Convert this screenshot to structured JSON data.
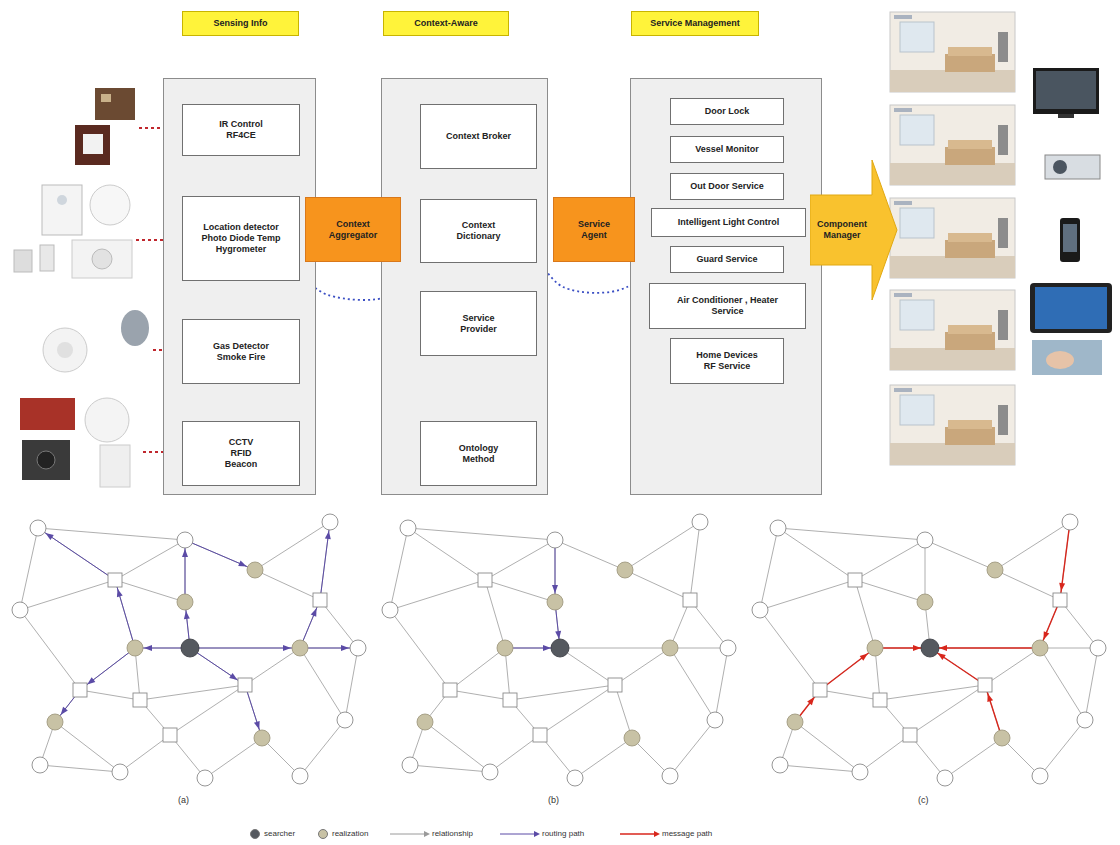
{
  "diagram": {
    "nodes": [
      {
        "text": [
          "Sensing Info"
        ]
      },
      {
        "text": [
          "IR Control RF4CE"
        ],
        "in": 0
      },
      {
        "text": [
          "Location detector Photo Diode Temp Hygrometer"
        ],
        "in": 0
      },
      {
        "text": [
          "Gas Detector Smoke Fire"
        ],
        "in": 0
      },
      {
        "text": [
          "CCTV RFID Beacon"
        ],
        "in": 0
      },
      {
        "text": [
          "Context Aggregator"
        ]
      },
      {
        "text": [
          "Context-Aware"
        ]
      },
      {
        "text": [
          "Context Broker"
        ],
        "in": 6
      },
      {
        "text": [
          "Context Dictionary"
        ],
        "in": 6
      },
      {
        "text": [
          "Service Provider"
        ],
        "in": 6
      },
      {
        "text": [
          "Ontology Method"
        ],
        "in": 6
      },
      {
        "text": [
          "Service Agent"
        ]
      },
      {
        "text": [
          "Service Management"
        ]
      },
      {
        "text": [
          "Door Lock"
        ],
        "in": 12
      },
      {
        "text": [
          "Vessel Monitor"
        ],
        "in": 12
      },
      {
        "text": [
          "Out Door Service"
        ],
        "in": 12
      },
      {
        "text": [
          "Intelligent Light Control"
        ],
        "in": 12
      },
      {
        "text": [
          "Guard Service"
        ],
        "in": 12
      },
      {
        "text": [
          "Air Conditioner , Heater Service"
        ],
        "in": 12
      },
      {
        "text": [
          "Home Devices RF Service"
        ],
        "in": 12
      },
      {
        "text": [
          "Component Manager"
        ]
      }
    ],
    "edges": [
      {
        "from": 7,
        "to": 8,
        "arrow": "to"
      },
      {
        "from": 8,
        "to": 9,
        "arrow": "to"
      },
      {
        "from": 10,
        "to": 9,
        "arrow": "to"
      },
      {
        "from": 2,
        "to": 8,
        "arrow": "to"
      },
      {
        "from": 8,
        "to": 16,
        "arrow": "to"
      }
    ],
    "labels": [
      "(a)",
      "(b)",
      "(c)"
    ],
    "legend": [
      {
        "text": "searcher",
        "color": "#55595f"
      },
      {
        "text": "realization",
        "color": "#c8c2a5"
      },
      {
        "text": "relationship"
      },
      {
        "text": "routing path"
      },
      {
        "text": "message path"
      }
    ]
  }
}
